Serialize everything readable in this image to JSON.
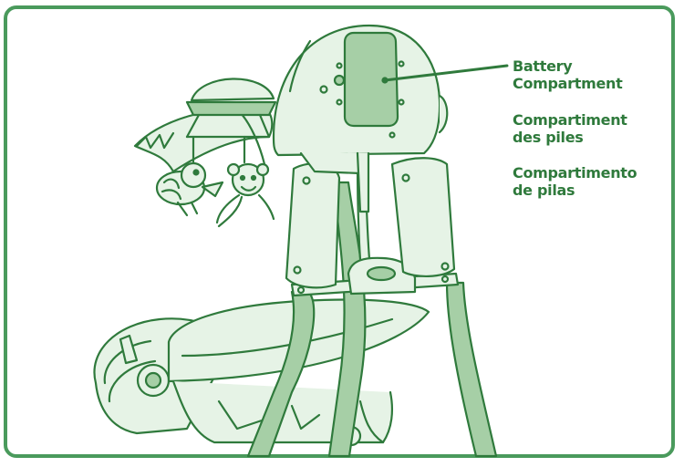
{
  "labels": {
    "english_line1": "Battery",
    "english_line2": "Compartment",
    "french_line1": "Compartiment",
    "french_line2": "des piles",
    "spanish_line1": "Compartimento",
    "spanish_line2": "de pilas"
  },
  "colors": {
    "border": "#4a9a5c",
    "line": "#2f7a3c",
    "fill_light": "#e6f3e6",
    "fill_mid": "#a6cfa6",
    "text": "#2f7a3c"
  }
}
